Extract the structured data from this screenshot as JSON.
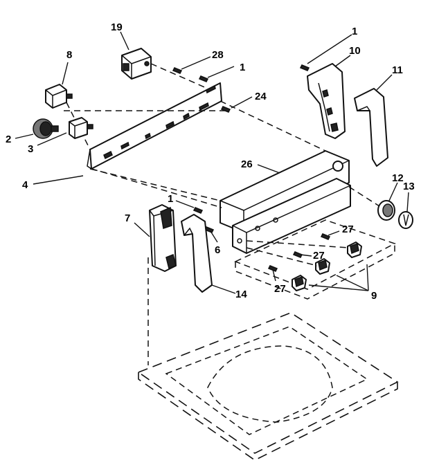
{
  "callouts": {
    "c1a": "1",
    "c10": "10",
    "c11": "11",
    "c19": "19",
    "c28": "28",
    "c1b": "1",
    "c8": "8",
    "c24": "24",
    "c2": "2",
    "c3": "3",
    "c26": "26",
    "c4": "4",
    "c12": "12",
    "c13": "13",
    "c1c": "1",
    "c7": "7",
    "c27a": "27",
    "c6": "6",
    "c27b": "27",
    "c27c": "27",
    "c14": "14",
    "c9": "9"
  }
}
